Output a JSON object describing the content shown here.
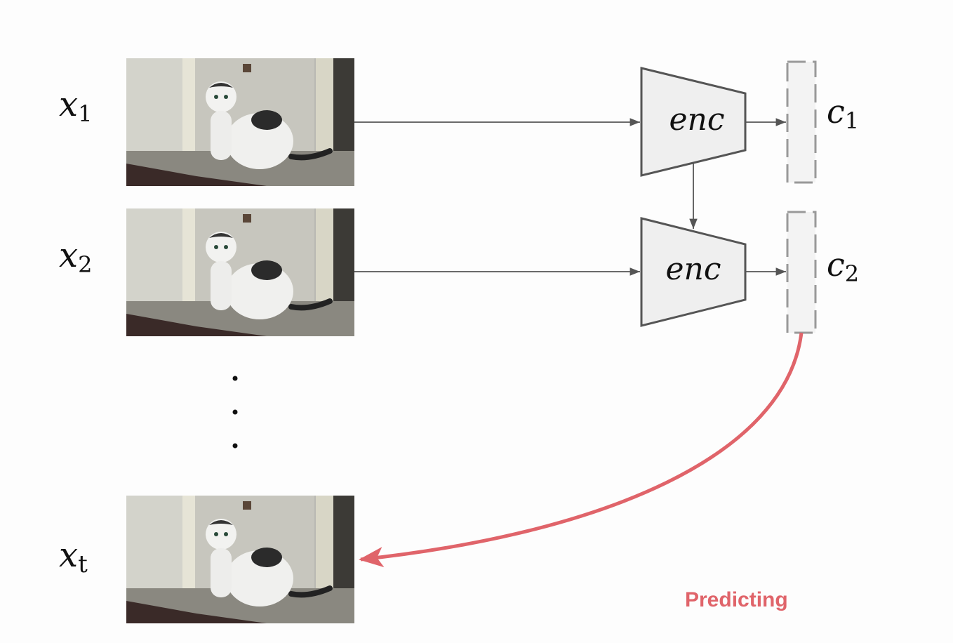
{
  "frames": [
    {
      "var": "x",
      "sub": "1"
    },
    {
      "var": "x",
      "sub": "2"
    },
    {
      "var": "x",
      "sub": "t"
    }
  ],
  "encoders": [
    {
      "label": "enc"
    },
    {
      "label": "enc"
    }
  ],
  "contexts": [
    {
      "var": "c",
      "sub": "1"
    },
    {
      "var": "c",
      "sub": "2"
    }
  ],
  "ellipsis": "⋮",
  "prediction_label": "Predicting",
  "colors": {
    "arrow": "#555555",
    "encoder_fill": "#efefef",
    "encoder_stroke": "#555555",
    "context_stroke": "#999999",
    "context_fill": "#f3f3f3",
    "prediction": "#e0646a"
  },
  "image_content": "cat-photo"
}
